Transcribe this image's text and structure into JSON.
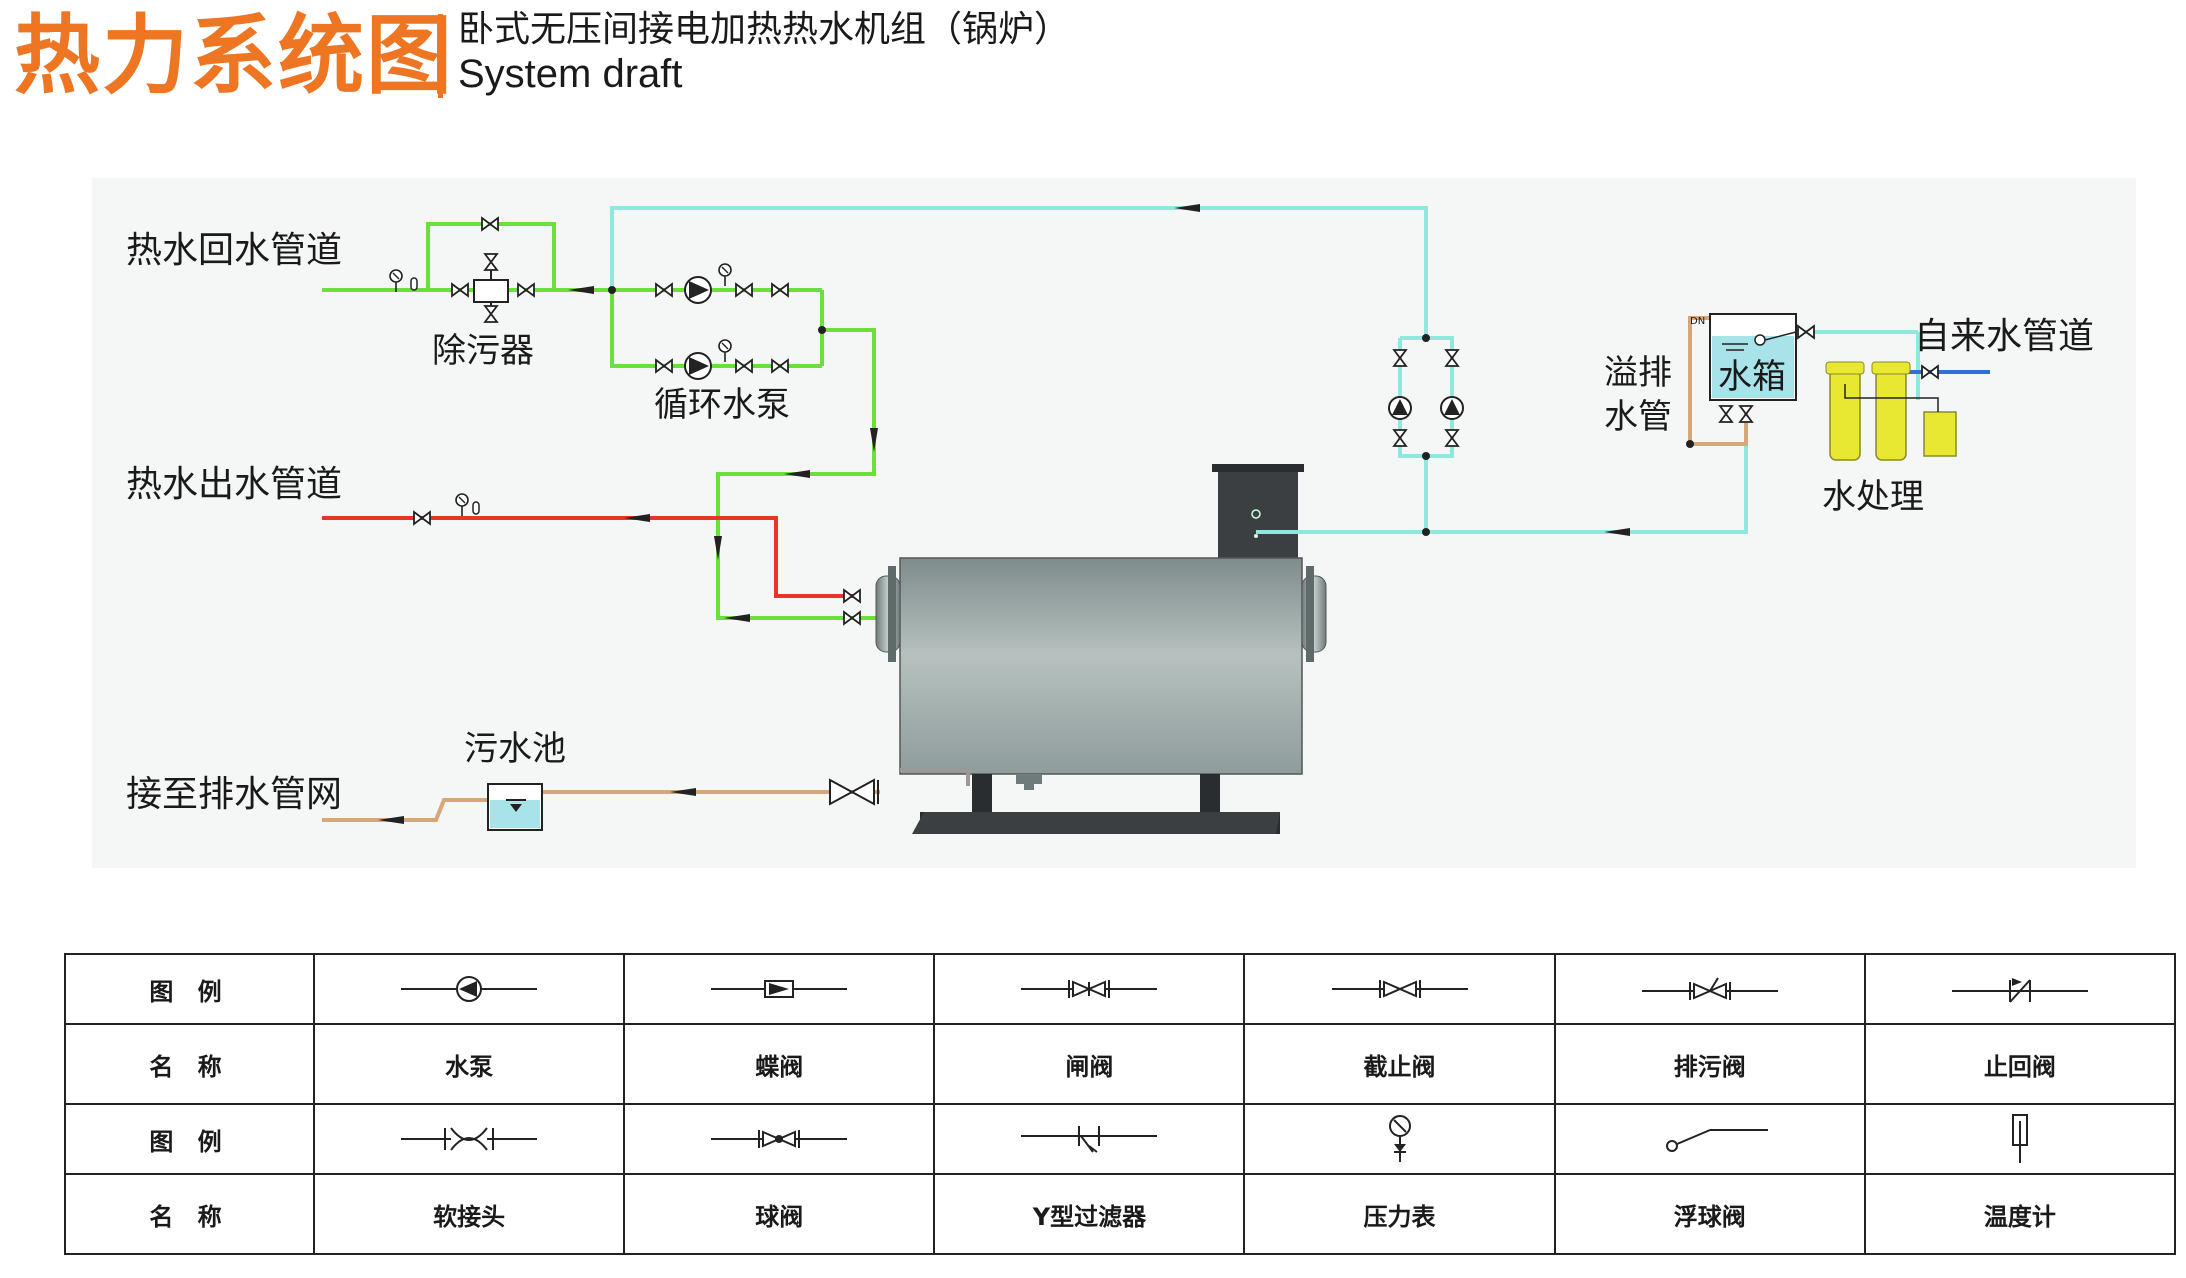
{
  "header": {
    "title_cn": "热力系统图",
    "subtitle_cn": "卧式无压间接电加热热水机组（锅炉）",
    "subtitle_en": "System draft"
  },
  "diagram": {
    "labels": {
      "return_pipe": "热水回水管道",
      "outlet_pipe": "热水出水管道",
      "drain_network": "接至排水管网",
      "filter": "除污器",
      "circ_pump": "循环水泵",
      "sewage_pool": "污水池",
      "overflow_line1": "溢排",
      "overflow_line2": "水管",
      "water_tank": "水箱",
      "tap_water": "自来水管道",
      "water_treatment": "水处理",
      "dn_mark": "DN"
    },
    "colors": {
      "return_pipe": "#6be03a",
      "hot_outlet_pipe": "#e8342a",
      "makeup_pipe": "#8ee8de",
      "drain_pipe": "#d6a77a",
      "boiler_body": "#9aa9a8",
      "boiler_base": "#3b3f41",
      "title_orange": "#ee7622",
      "tank_fill": "#a9e3ea",
      "treatment_yellow": "#e8e832"
    }
  },
  "legend": {
    "head_symbol": "图 例",
    "head_name": "名 称",
    "row1": [
      {
        "icon": "water-pump-symbol",
        "name": "水泵"
      },
      {
        "icon": "butterfly-valve-symbol",
        "name": "蝶阀"
      },
      {
        "icon": "gate-valve-symbol",
        "name": "闸阀"
      },
      {
        "icon": "stop-valve-symbol",
        "name": "截止阀"
      },
      {
        "icon": "blowdown-valve-symbol",
        "name": "排污阀"
      },
      {
        "icon": "check-valve-symbol",
        "name": "止回阀"
      }
    ],
    "row2": [
      {
        "icon": "flexible-joint-symbol",
        "name": "软接头"
      },
      {
        "icon": "ball-valve-symbol",
        "name": "球阀"
      },
      {
        "icon": "y-strainer-symbol",
        "name": "Y型过滤器"
      },
      {
        "icon": "pressure-gauge-symbol",
        "name": "压力表"
      },
      {
        "icon": "float-valve-symbol",
        "name": "浮球阀"
      },
      {
        "icon": "thermometer-symbol",
        "name": "温度计"
      }
    ]
  }
}
